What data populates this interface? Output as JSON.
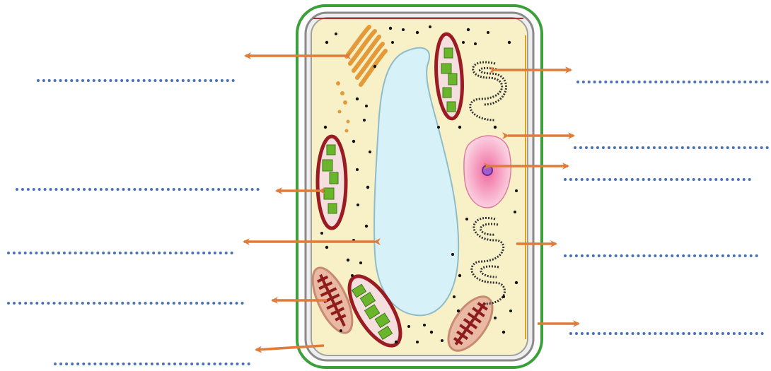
{
  "diagram": {
    "title": "",
    "labels": [
      {
        "id": "golgi",
        "answer": ""
      },
      {
        "id": "chloroplast-left",
        "answer": ""
      },
      {
        "id": "vacuole",
        "answer": ""
      },
      {
        "id": "mitochondrion-left",
        "answer": ""
      },
      {
        "id": "cell-wall",
        "answer": ""
      },
      {
        "id": "endoplasmic-reticulum",
        "answer": ""
      },
      {
        "id": "nucleus",
        "answer": ""
      },
      {
        "id": "nucleolus",
        "answer": ""
      },
      {
        "id": "cell-membrane",
        "answer": ""
      },
      {
        "id": "cytoplasm",
        "answer": ""
      }
    ]
  },
  "colors": {
    "arrow": "#e07b39",
    "blank_dots": "#4a72b8",
    "cell_wall": "#3aa03a",
    "cytoplasm": "#f8f1c8",
    "vacuole": "#d6f2f8",
    "chloroplast_border": "#9b1b22",
    "chloroplast_fill": "#f5dede",
    "thylakoid": "#6bb52c",
    "mitochondrion_fill": "#e9b9a4",
    "mitochondrion_cristae": "#8e1b1e",
    "nucleus": "#f7a8c6",
    "nucleolus": "#a35bd0",
    "golgi": "#e49a38"
  }
}
